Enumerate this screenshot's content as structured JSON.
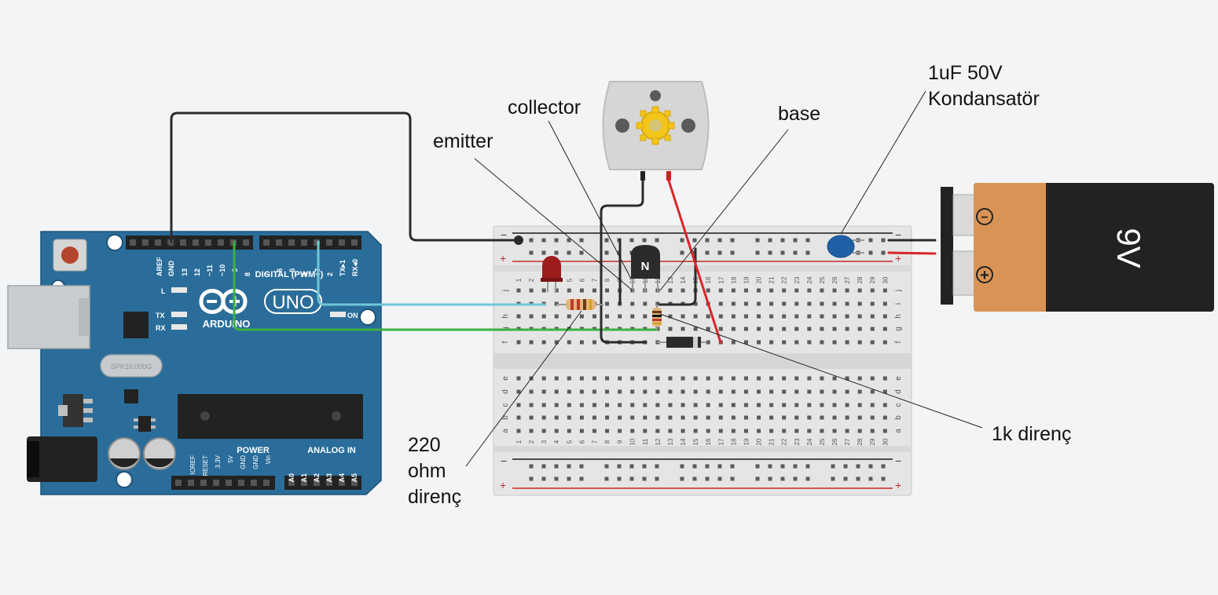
{
  "annotations": {
    "collector": "collector",
    "emitter": "emitter",
    "base": "base",
    "capacitor_line1": "1uF 50V",
    "capacitor_line2": "Kondansatör",
    "resistor_1k": "1k direnç",
    "resistor_220_line1": "220",
    "resistor_220_line2": "ohm",
    "resistor_220_line3": "direnç"
  },
  "arduino": {
    "logo_text": "ARDUINO",
    "model": "UNO",
    "digital_label": "DIGITAL (PWM~)",
    "digital_pins": [
      "AREF",
      "GND",
      "13",
      "12",
      "~11",
      "~10",
      "~9",
      "8",
      "7",
      "~6",
      "~5",
      "4",
      "~3",
      "2",
      "TX▸1",
      "RX◂0"
    ],
    "power_label": "POWER",
    "power_pins": [
      "IOREF",
      "RESET",
      "3.3V",
      "5V",
      "GND",
      "GND",
      "Vin"
    ],
    "analog_label": "ANALOG IN",
    "analog_pins": [
      "A0",
      "A1",
      "A2",
      "A3",
      "A4",
      "A5"
    ],
    "led_labels": [
      "L",
      "TX",
      "RX",
      "ON"
    ],
    "crystal_text": "SPK16.000G"
  },
  "breadboard": {
    "columns": [
      "1",
      "2",
      "3",
      "4",
      "5",
      "6",
      "7",
      "8",
      "9",
      "10",
      "11",
      "12",
      "13",
      "14",
      "15",
      "16",
      "17",
      "18",
      "19",
      "20",
      "21",
      "22",
      "23",
      "24",
      "25",
      "26",
      "27",
      "28",
      "29",
      "30"
    ],
    "top_rows": [
      "j",
      "i",
      "h",
      "g",
      "f"
    ],
    "bottom_rows": [
      "e",
      "d",
      "c",
      "b",
      "a"
    ],
    "rail_minus": "−",
    "rail_plus": "+"
  },
  "transistor_label": "N",
  "battery_label": "9V",
  "battery_terminal_minus": "−",
  "battery_terminal_plus": "+",
  "colors": {
    "arduino_blue": "#2a6d9a",
    "wire_black": "#2b2b2b",
    "wire_cyan": "#6fc7d8",
    "wire_green": "#3cb043",
    "wire_red": "#d9262a",
    "battery_orange": "#d99455",
    "capacitor_blue": "#1f5fa6"
  }
}
